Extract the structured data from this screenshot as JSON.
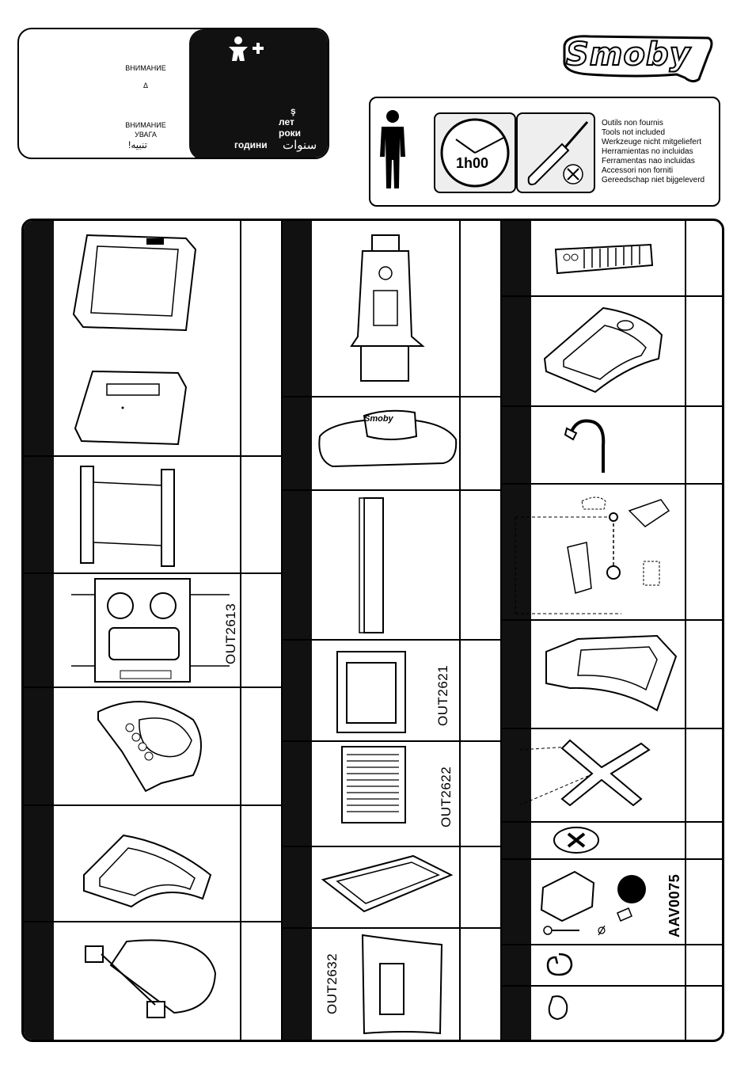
{
  "warning": {
    "lines_ru_top": "ВНИМАНИЕ",
    "symbol": "Δ",
    "lines_bg": "ВНИМАНИЕ",
    "lines_ua": "УВАГА",
    "lines_ar": "!تنبيه",
    "age_top": "ş",
    "age_ru": "лет",
    "age_ua": "роки",
    "age_bg": "години",
    "age_ar": "سنوات",
    "age_icon": "child-plus-icon"
  },
  "logo": {
    "brand": "Smoby"
  },
  "assembly": {
    "time": "1h00",
    "tools_lines": [
      "Outils non  fournis",
      "Tools not included",
      "Werkzeuge nicht mitgeliefert",
      "Herramientas no incluidas",
      "Ferramentas nao incluidas",
      "Accessori non forniti",
      "Gereedschap niet bijgeleverd"
    ]
  },
  "parts": {
    "codes": {
      "c1": "OUT2613",
      "c2": "OUT2621",
      "c3": "OUT2622",
      "c4": "OUT2632",
      "c5": "AAV0075"
    },
    "lid_brand": "Smoby"
  },
  "colors": {
    "ink": "#000000",
    "paper": "#ffffff",
    "strip": "#111111"
  }
}
